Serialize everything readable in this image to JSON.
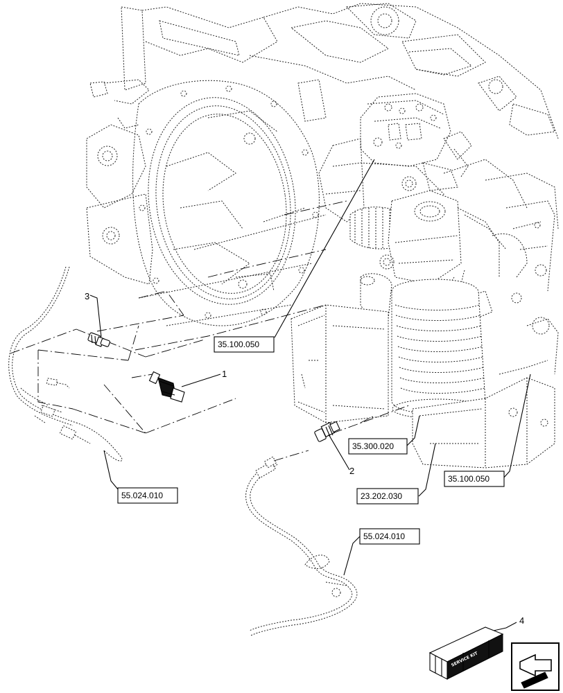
{
  "references": {
    "ref_a": "35.100.050",
    "ref_b": "35.300.020",
    "ref_c": "35.100.050",
    "ref_d": "23.202.030",
    "ref_e": "55.024.010",
    "ref_f": "55.024.010"
  },
  "callouts": {
    "item_1": "1",
    "item_2": "2",
    "item_3": "3",
    "item_4": "4"
  },
  "kit": {
    "label": "SERVICE KIT"
  },
  "icons": {
    "navigation": "next-page-arrow-icon",
    "kit_box": "service-kit-box-icon"
  }
}
